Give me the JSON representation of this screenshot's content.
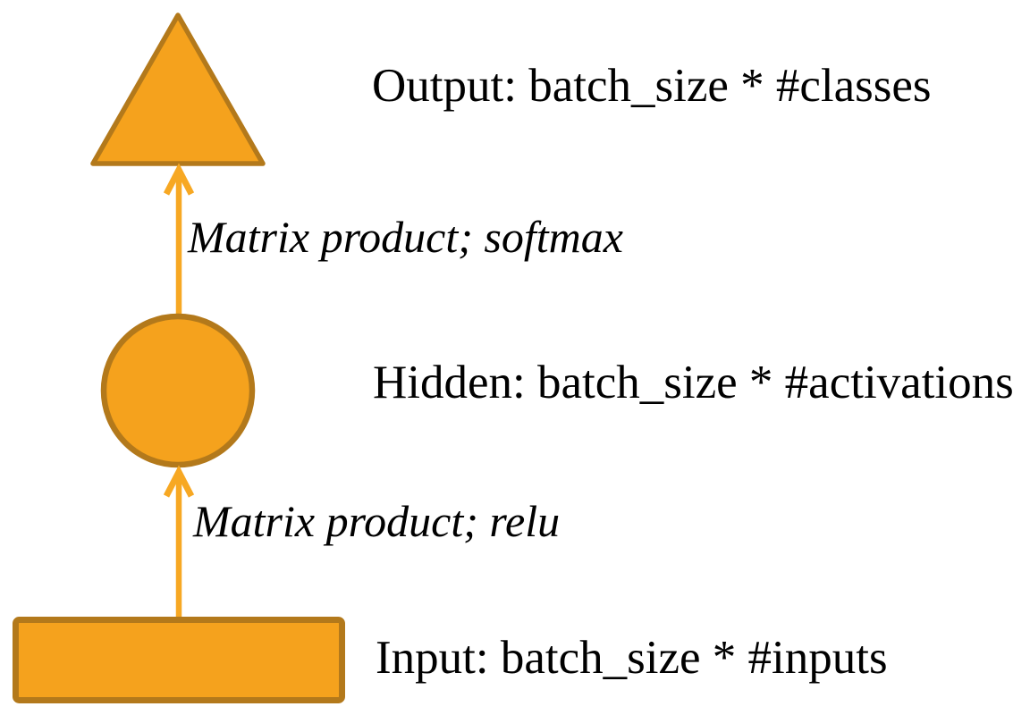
{
  "diagram": {
    "description": "Feed-forward neural network layer diagram",
    "nodes": [
      {
        "id": "output",
        "shape": "triangle",
        "label": "Output: batch_size * #classes"
      },
      {
        "id": "hidden",
        "shape": "circle",
        "label": "Hidden: batch_size * #activations"
      },
      {
        "id": "input",
        "shape": "rectangle",
        "label": "Input: batch_size * #inputs"
      }
    ],
    "edges": [
      {
        "from": "hidden",
        "to": "output",
        "label": "Matrix product; softmax"
      },
      {
        "from": "input",
        "to": "hidden",
        "label": "Matrix product; relu"
      }
    ],
    "colors": {
      "shape_fill": "#F5A21D",
      "shape_stroke": "#B3791B",
      "arrow": "#F7A823",
      "text": "#000000",
      "background": "#FFFFFF"
    }
  }
}
